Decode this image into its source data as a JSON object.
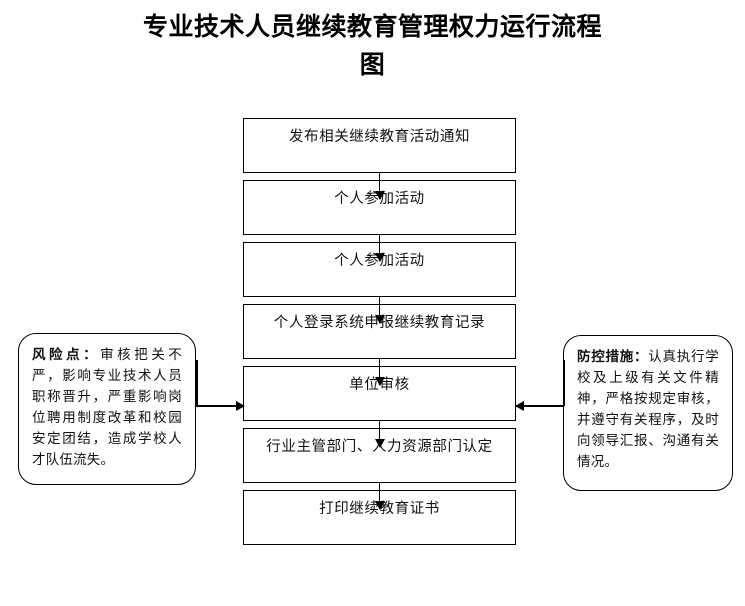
{
  "title": "专业技术人员继续教育管理权力运行流程\n图",
  "flow": {
    "nodes": [
      {
        "id": "publish-notice",
        "label": "发布相关继续教育活动通知"
      },
      {
        "id": "personal-join-1",
        "label": "个人参加活动"
      },
      {
        "id": "personal-join-2",
        "label": "个人参加活动"
      },
      {
        "id": "declare-record",
        "label": "个人登录系统申报继续教育记录"
      },
      {
        "id": "unit-review",
        "label": "单位审核"
      },
      {
        "id": "department-confirm",
        "label": "行业主管部门、人力资源部门认定"
      },
      {
        "id": "print-certificate",
        "label": "打印继续教育证书"
      }
    ]
  },
  "notes": {
    "risk": {
      "heading": "风险点：",
      "body": "审核把关不严，影响专业技术人员职称晋升，严重影响岗位聘用制度改革和校园安定团结，造成学校人才队伍流失。"
    },
    "control": {
      "heading": "防控措施：",
      "body": "认真执行学校及上级有关文件精神，严格按规定审核，并遵守有关程序，及时向领导汇报、沟通有关情况。"
    }
  },
  "colors": {
    "stroke": "#000000",
    "background": "#ffffff",
    "text": "#111111"
  }
}
